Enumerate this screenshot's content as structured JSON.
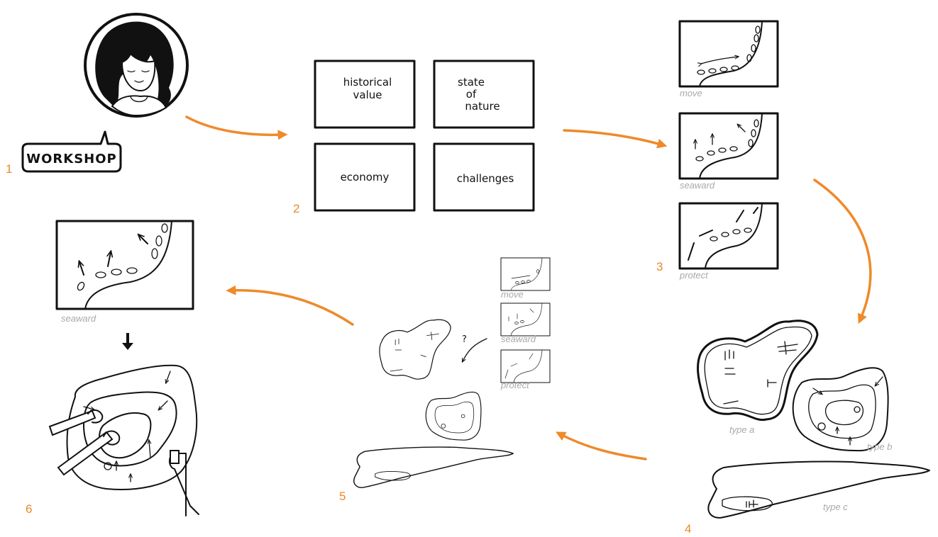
{
  "steps": [
    {
      "number": "1",
      "bubble_label": "WORKSHOP"
    },
    {
      "number": "2",
      "cards": [
        "historical value",
        "state of nature",
        "economy",
        "challenges"
      ]
    },
    {
      "number": "3",
      "captions": [
        "move",
        "seaward",
        "protect"
      ]
    },
    {
      "number": "4",
      "captions": [
        "type a",
        "type b",
        "type c"
      ]
    },
    {
      "number": "5",
      "captions": [
        "move",
        "seaward",
        "protect"
      ],
      "question_mark": "?"
    },
    {
      "number": "6",
      "caption": "seaward"
    }
  ],
  "colors": {
    "accent": "#ee8a2a",
    "ink": "#111111",
    "caption": "#a9a9a9"
  }
}
